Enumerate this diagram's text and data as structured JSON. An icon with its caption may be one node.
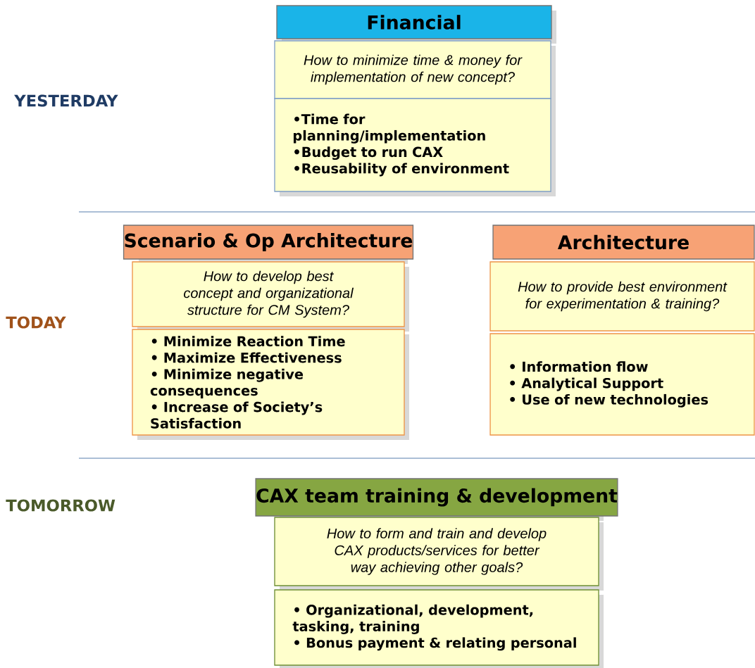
{
  "diagram": {
    "nodes": [
      {
        "text": [
          "Financial"
        ]
      },
      {
        "text": [
          "How to minimize time & money for implementation of new concept?"
        ]
      },
      {
        "text": [
          "•Time for planning/implementation",
          "•Budget to run CAX",
          "•Reusability of environment"
        ]
      },
      {
        "text": [
          "Scenario & Op Architecture"
        ]
      },
      {
        "text": [
          "How to develop best concept and organizational structure for CM System?"
        ]
      },
      {
        "text": [
          "• Minimize Reaction Time",
          "• Maximize Effectiveness",
          "• Minimize negative consequences",
          "• Increase of Society’s Satisfaction"
        ]
      },
      {
        "text": [
          "Architecture"
        ]
      },
      {
        "text": [
          "How to provide best environment for experimentation & training?"
        ]
      },
      {
        "text": [
          "• Information flow",
          "• Analytical Support",
          "• Use of new technologies"
        ]
      },
      {
        "text": [
          "CAX team training & development"
        ]
      },
      {
        "text": [
          "How to form and train and develop CAX products/services for better way achieving other goals?"
        ]
      },
      {
        "text": [
          "• Organizational, development, tasking, training",
          "• Bonus payment & relating personal"
        ]
      }
    ],
    "labels": [
      "YESTERDAY",
      "TODAY",
      "TOMORROW"
    ]
  }
}
